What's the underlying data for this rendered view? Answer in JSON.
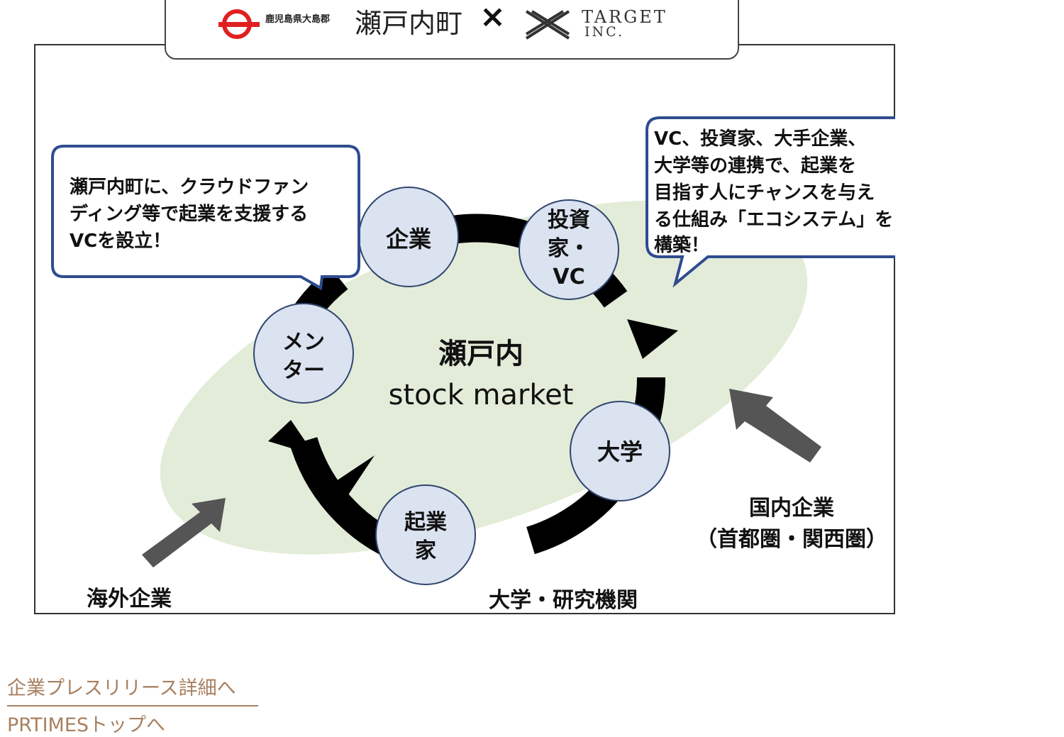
{
  "header": {
    "prefecture": "鹿児島県大島郡",
    "town": "瀬戸内町",
    "times": "×",
    "target_line1": "TARGET",
    "target_line2": "INC.",
    "town_logo_color": "#e02020"
  },
  "diagram": {
    "center_line1": "瀬戸内",
    "center_line2": "stock market",
    "nodes": {
      "kigyou": "企業",
      "toushika_line1": "投資",
      "toushika_line2": "家・",
      "toushika_line3": "VC",
      "mentor_line1": "メン",
      "mentor_line2": "ター",
      "kigyouka_line1": "起業",
      "kigyouka_line2": "家",
      "daigaku": "大学"
    },
    "callout_left": {
      "line1": "瀬戸内町に、クラウドファン",
      "line2": "ディング等で起業を支援する",
      "line3": "VCを設立！"
    },
    "callout_right": {
      "line1": "VC、投資家、大手企業、",
      "line2": "大学等の連携で、起業を",
      "line3": "目指す人にチャンスを与え",
      "line4": "る仕組み「エコシステム」を",
      "line5": "構築！"
    },
    "labels": {
      "overseas": "海外企業",
      "university": "大学・研究機関",
      "domestic_line1": "国内企業",
      "domestic_line2": "（首都圏・関西圏）"
    },
    "colors": {
      "ellipse": "#e3ecd8",
      "node_fill": "#dbe3f1",
      "node_stroke": "#31466f",
      "callout_stroke": "#2f4c8f",
      "arrow_gray": "#555555"
    }
  },
  "footer": {
    "link1": "企業プレスリリース詳細へ",
    "link2": "PRTIMESトップへ"
  }
}
